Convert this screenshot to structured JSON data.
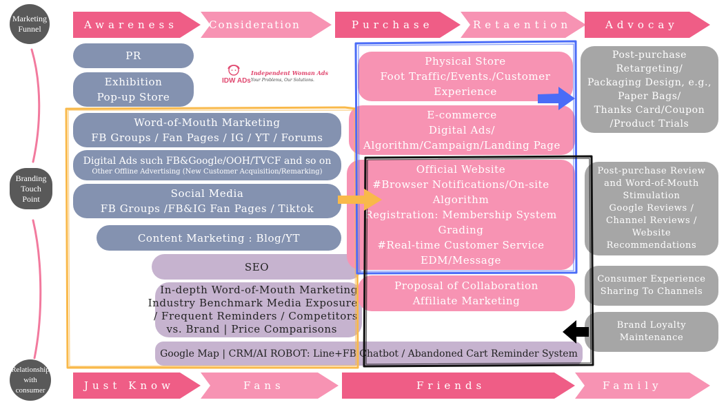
{
  "side_labels": {
    "marketing_funnel": "Marketing\nFunnel",
    "branding_touch_point": "Branding\nTouch\nPoint",
    "relationship": "Relationship\nwith\nconsumer"
  },
  "funnel": [
    {
      "label": "Awareness",
      "tone": "dark"
    },
    {
      "label": "Consideration",
      "tone": "light"
    },
    {
      "label": "Purchase",
      "tone": "dark"
    },
    {
      "label": "Retaention",
      "tone": "light"
    },
    {
      "label": "Advocay",
      "tone": "dark"
    }
  ],
  "relationship": [
    {
      "label": "Just Know",
      "tone": "dark"
    },
    {
      "label": "Fans",
      "tone": "light"
    },
    {
      "label": "Friends",
      "tone": "dark"
    },
    {
      "label": "Family",
      "tone": "light"
    }
  ],
  "logo": {
    "short": "IDW ADs",
    "name": "Independent Woman Ads",
    "tagline": "Your Problems, Our Solutions."
  },
  "awareness_items": {
    "pr": [
      "PR"
    ],
    "exhibition": [
      "Exhibition",
      "Pop-up Store"
    ],
    "wom": [
      "Word-of-Mouth Marketing",
      "FB Groups / Fan Pages / IG / YT / Forums"
    ],
    "digital_ads": [
      "Digital Ads such FB&Google/OOH/TVCF and so on"
    ],
    "digital_ads_sub": "Other Offline Advertising (New Customer Acquisition/Remarking)",
    "social": [
      "Social Media",
      "FB Groups /FB&IG Fan Pages / Tiktok"
    ],
    "content": [
      "Content Marketing : Blog/YT"
    ],
    "seo": [
      "SEO"
    ],
    "indepth": [
      "In-depth Word-of-Mouth Marketing",
      "Industry Benchmark Media Exposure",
      "/ Frequent Reminders / Competitors",
      "vs. Brand | Price Comparisons"
    ],
    "bottom": [
      "Google Map | CRM/AI ROBOT:  Line+FB Chatbot / Abandoned Cart Reminder System"
    ]
  },
  "purchase_items": {
    "store": [
      "Physical Store",
      "Foot Traffic/Events./Customer",
      "Experience"
    ],
    "ecommerce": [
      "E-commerce",
      "Digital Ads/",
      "Algorithm/Campaign/Landing Page"
    ],
    "website": [
      "Official Website",
      "#Browser Notifications/On-site",
      "Algorithm",
      "Registration: Membership System",
      "Grading",
      "#Real-time Customer Service",
      "EDM/Message"
    ],
    "affiliate": [
      "Proposal of Collaboration",
      "Affiliate Marketing"
    ]
  },
  "advocacy_items": {
    "post_purchase": [
      "Post-purchase",
      "Retargeting/",
      "Packaging Design, e.g.,",
      "Paper Bags/",
      "Thanks Card/Coupon",
      "/Product Trials"
    ],
    "review": [
      "Post-purchase Review",
      "and Word-of-Mouth",
      "Stimulation",
      "Google Reviews /",
      "Channel Reviews /",
      "Website",
      "Recommendations"
    ],
    "sharing": [
      "Consumer Experience",
      "Sharing To Channels"
    ],
    "loyalty": [
      "Brand Loyalty",
      "Maintenance"
    ]
  },
  "colors": {
    "pink_dark": "#ef5d86",
    "pink_light": "#f793b3",
    "slate": "#8492b0",
    "lilac": "#c6b3cf",
    "grey": "#a6a6a6",
    "orange_outline": "#f9b94a",
    "blue_outline": "#4a6cf7",
    "black_outline": "#111111",
    "blue_arrow": "#4a6cf7",
    "orange_arrow": "#f9b94a",
    "black_arrow": "#000000"
  }
}
